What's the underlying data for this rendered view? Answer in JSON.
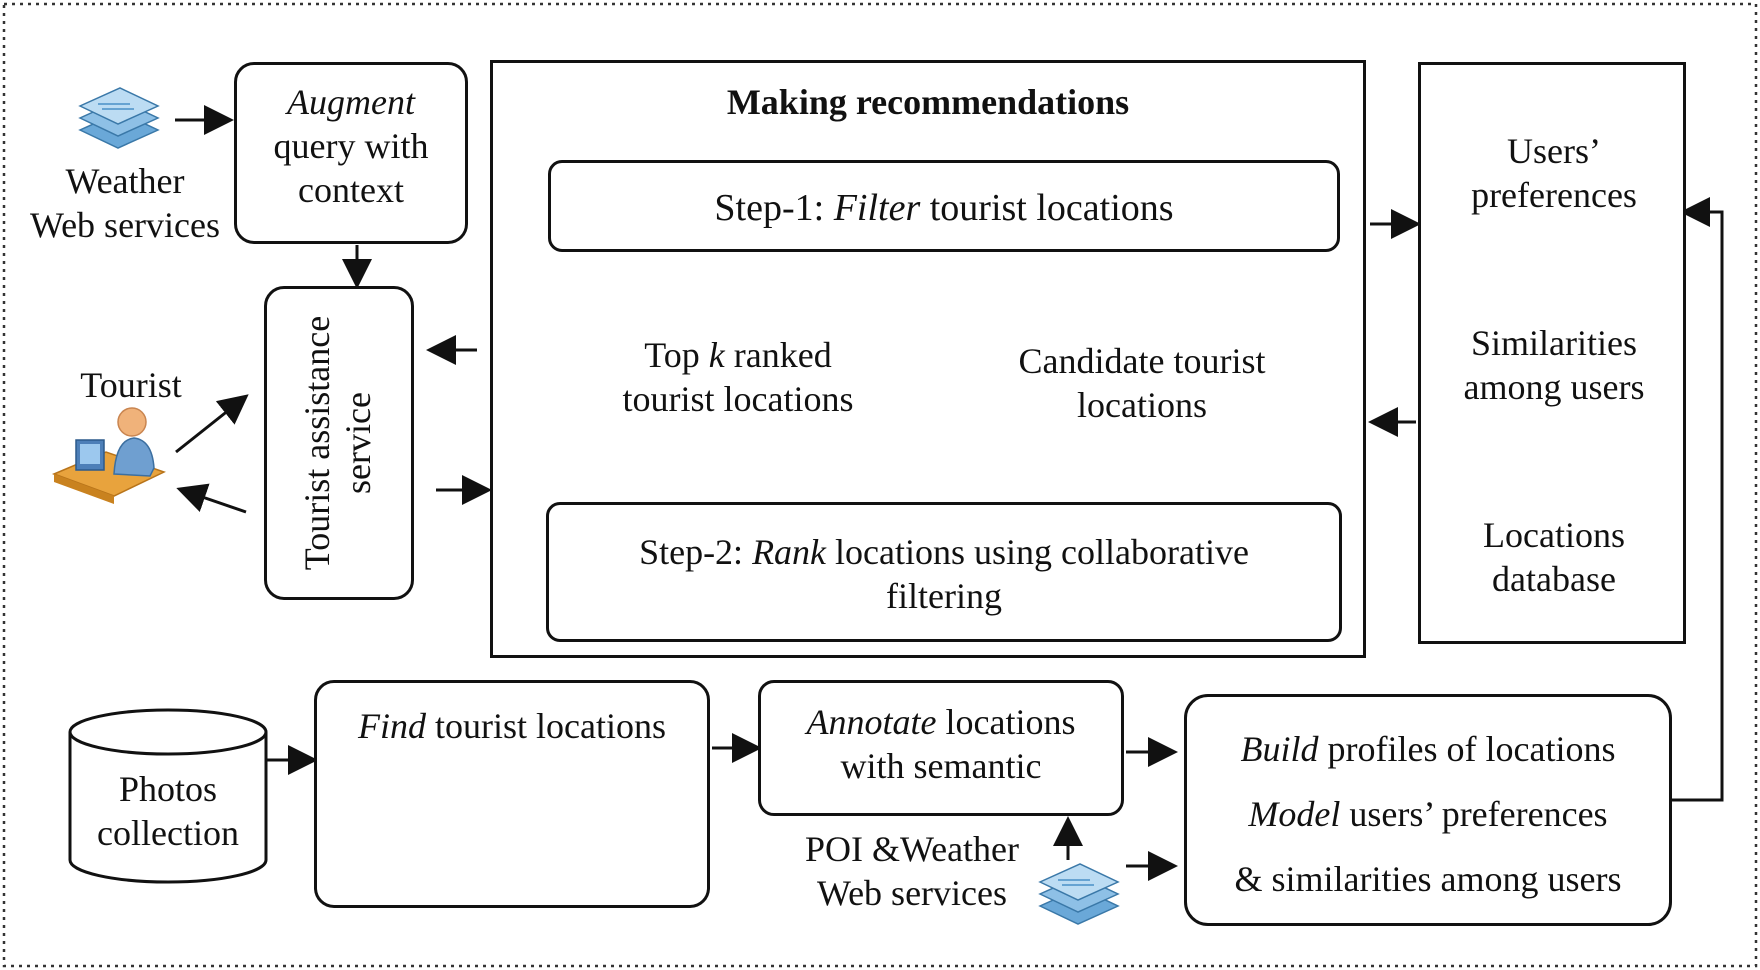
{
  "weather_source": {
    "line1": "Weather",
    "line2": "Web services",
    "icon": "web-services-stack-icon"
  },
  "augment": {
    "emph": "Augment",
    "line2": "query with",
    "line3": "context"
  },
  "tourist": {
    "label": "Tourist",
    "icon": "tourist-at-computer-icon"
  },
  "assistance": {
    "line1": "Tourist assistance",
    "line2": "service"
  },
  "recommend": {
    "title": "Making recommendations",
    "step1_prefix": "Step-1: ",
    "step1_emph": "Filter",
    "step1_suffix": " tourist locations",
    "topk_prefix": "Top ",
    "topk_k": "k",
    "topk_suffix": " ranked",
    "topk_line2": "tourist locations",
    "cand_line1": "Candidate tourist",
    "cand_line2": "locations",
    "step2_prefix": "Step-2: ",
    "step2_emph": "Rank",
    "step2_suffix": " locations using collaborative",
    "step2_line2": "filtering"
  },
  "databases": {
    "users_pref": {
      "line1": "Users’",
      "line2": "preferences"
    },
    "similarities": {
      "line1": "Similarities",
      "line2": "among users"
    },
    "locations_db": {
      "line1": "Locations",
      "line2": "database"
    }
  },
  "photos": {
    "line1": "Photos",
    "line2": "collection"
  },
  "find": {
    "emph": "Find",
    "suffix": " tourist locations"
  },
  "annotate": {
    "emph": "Annotate",
    "suffix": " locations",
    "line2": "with semantic"
  },
  "poi": {
    "line1": "POI &Weather",
    "line2": "Web services",
    "icon": "web-services-stack-icon"
  },
  "build": {
    "emph1": "Build",
    "rest1": " profiles of locations",
    "emph2": "Model",
    "rest2": " users’ preferences",
    "line3": "& similarities among users"
  },
  "colors": {
    "stroke": "#111111",
    "icon_blue": "#4a90c8",
    "skin": "#f0b27a",
    "desk": "#e8a33d"
  }
}
